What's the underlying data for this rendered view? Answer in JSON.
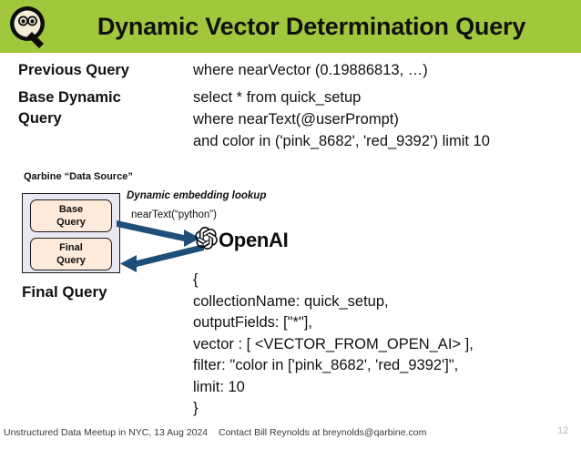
{
  "header": {
    "title": "Dynamic Vector Determination Query",
    "band_color": "#a1c73c",
    "logo_icon": "qarbine-q-logo-icon"
  },
  "queries": {
    "previous": {
      "label": "Previous Query",
      "value": "where nearVector (0.19886813, …)"
    },
    "base_dynamic": {
      "label_line1": "Base Dynamic",
      "label_line2": "Query",
      "line1": "select * from quick_setup",
      "line2": "where nearText(@userPrompt)",
      "line3": "and color in ('pink_8682', 'red_9392’) limit 10"
    }
  },
  "diagram": {
    "data_source_caption": "Qarbine “Data Source”",
    "base_query_box": {
      "line1": "Base",
      "line2": "Query"
    },
    "final_query_box": {
      "line1": "Final",
      "line2": "Query"
    },
    "note_italic": "Dynamic embedding lookup",
    "note_plain": "nearText(“python”)",
    "openai_label": "OpenAI",
    "openai_icon": "openai-logo-icon",
    "arrow_color": "#1f4e79",
    "outer_box_color": "#e9e8f2",
    "inner_box_color": "#fdeadb"
  },
  "final_query": {
    "label": "Final Query",
    "json_lines": [
      "{",
      "collectionName: quick_setup,",
      "outputFields: [\"*\"],",
      "vector : [ <VECTOR_FROM_OPEN_AI> ],",
      "filter: \"color in ['pink_8682', 'red_9392']\",",
      "limit: 10",
      "}"
    ]
  },
  "footer": {
    "left": "Unstructured Data Meetup in NYC, 13 Aug 2024",
    "center": "Contact Bill Reynolds at breynolds@qarbine.com",
    "slide_number": "12"
  }
}
